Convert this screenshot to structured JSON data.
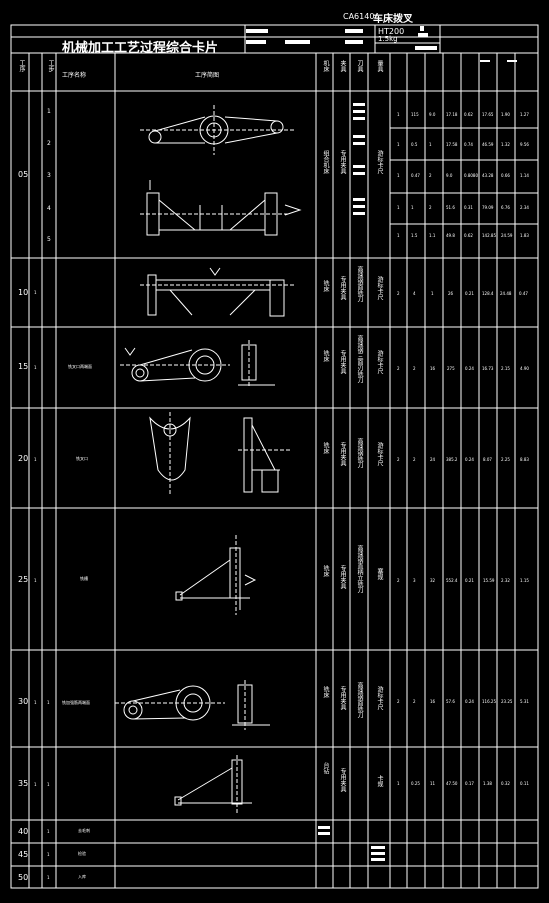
{
  "header": {
    "model": "CA6140",
    "part_name": "车床拨叉",
    "card_title": "机械加工工艺过程综合卡片",
    "material": "HT200",
    "weight": "1.5kg"
  },
  "columns": {
    "process_no": "工序",
    "step": "工步",
    "process_name": "工序名称",
    "process_sketch": "工序简图",
    "machine": "机床",
    "fixture": "夹具",
    "tool": "刀具",
    "gauge": "量具"
  },
  "rows": [
    {
      "no": "05",
      "steps": [
        "1",
        "2",
        "3",
        "4",
        "5"
      ],
      "machine": "组合机床",
      "fixture": "专用夹具",
      "gauge": "游标卡尺",
      "feeds": [
        "1",
        "1",
        "1",
        "1",
        "1"
      ],
      "cut": [
        "115",
        "0.5",
        "0.47",
        "1",
        "1.5"
      ],
      "speed": [
        "9.0",
        "1",
        "2",
        "2",
        "1.1"
      ],
      "v": [
        "17.18",
        "17.58",
        "9.0",
        "51.6",
        "49.8"
      ],
      "rpm": [
        "0.62",
        "0.74",
        "0.8080",
        "0.31",
        "0.62"
      ],
      "tm": [
        "17.65",
        "46.59",
        "43.28",
        "79.09",
        "142.85"
      ],
      "tb": [
        "1.90",
        "1.32",
        "0.66",
        "6.76",
        "24.59"
      ],
      "tt": [
        "1.27",
        "9.56",
        "1.14",
        "2.34",
        "1.83"
      ]
    },
    {
      "no": "10",
      "steps": [
        "1"
      ],
      "machine": "铣床",
      "fixture": "专用夹具",
      "tool": "高速钢面铣刀",
      "gauge": "游标卡尺",
      "feeds": [
        "2"
      ],
      "cut": [
        "4"
      ],
      "speed": [
        "1"
      ],
      "v": [
        "26"
      ],
      "rpm": [
        "0.21"
      ],
      "tm": [
        "128.4"
      ],
      "tb": [
        "24.48"
      ],
      "tt": [
        "0.47"
      ]
    },
    {
      "no": "15",
      "steps": [
        "1"
      ],
      "process_name": "铣叉口两端面",
      "machine": "铣床",
      "fixture": "专用夹具",
      "tool": "高速钢三面刃铣刀",
      "gauge": "游标卡尺",
      "feeds": [
        "2"
      ],
      "cut": [
        "2"
      ],
      "speed": [
        "16"
      ],
      "v": [
        "275"
      ],
      "rpm": [
        "0.24"
      ],
      "tm": [
        "16.73"
      ],
      "tb": [
        "2.15"
      ],
      "tt": [
        "4.90"
      ]
    },
    {
      "no": "20",
      "steps": [
        "1"
      ],
      "process_name": "铣叉口",
      "machine": "铣床",
      "fixture": "专用夹具",
      "tool": "高速钢铣刀",
      "gauge": "游标卡尺",
      "feeds": [
        "2"
      ],
      "cut": [
        "2"
      ],
      "speed": [
        "24"
      ],
      "v": [
        "385.2"
      ],
      "rpm": [
        "0.24"
      ],
      "tm": [
        "8.07"
      ],
      "tb": [
        "2.25"
      ],
      "tt": [
        "8.83"
      ]
    },
    {
      "no": "25",
      "steps": [
        "1"
      ],
      "process_name": "铣槽",
      "machine": "铣床",
      "fixture": "专用夹具",
      "tool": "高速钢直柄立铣刀",
      "gauge": "塞规",
      "feeds": [
        "2"
      ],
      "cut": [
        "3"
      ],
      "speed": [
        "32"
      ],
      "v": [
        "552.4"
      ],
      "rpm": [
        "0.21"
      ],
      "tm": [
        "15.59"
      ],
      "tb": [
        "2.32"
      ],
      "tt": [
        "1.15"
      ]
    },
    {
      "no": "30",
      "steps": [
        "1",
        "1"
      ],
      "process_name": "铣加强筋两端面",
      "machine": "铣床",
      "fixture": "专用夹具",
      "tool": "高速钢面铣刀",
      "gauge": "游标卡尺",
      "feeds": [
        "2"
      ],
      "cut": [
        "2"
      ],
      "speed": [
        "16"
      ],
      "v": [
        "57.6"
      ],
      "rpm": [
        "0.24"
      ],
      "tm": [
        "116.25"
      ],
      "tb": [
        "23.25"
      ],
      "tt": [
        "5.31"
      ]
    },
    {
      "no": "35",
      "steps": [
        "1",
        "1"
      ],
      "machine": "台钻",
      "fixture": "专用夹具",
      "gauge": "卡规",
      "feeds": [
        "1"
      ],
      "cut": [
        "0.25"
      ],
      "speed": [
        "11"
      ],
      "v": [
        "47.50"
      ],
      "rpm": [
        "0.17"
      ],
      "tm": [
        "1.38"
      ],
      "tb": [
        "0.32"
      ],
      "tt": [
        "0.11"
      ]
    },
    {
      "no": "40",
      "steps": [
        "1"
      ],
      "process_name": "去毛刺"
    },
    {
      "no": "45",
      "steps": [
        "1"
      ],
      "process_name": "检验"
    },
    {
      "no": "50",
      "steps": [
        "1"
      ],
      "process_name": "入库"
    }
  ]
}
